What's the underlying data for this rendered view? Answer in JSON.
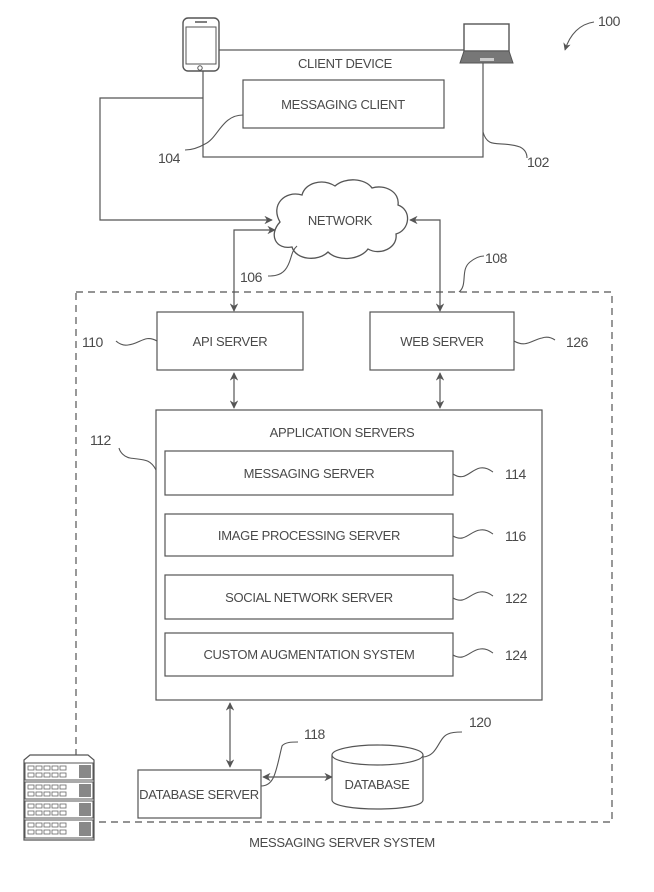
{
  "figure": {
    "ref": "100",
    "client_device": {
      "label": "CLIENT DEVICE",
      "ref": "102"
    },
    "messaging_client": {
      "label": "MESSAGING CLIENT",
      "ref": "104"
    },
    "network": {
      "label": "NETWORK",
      "ref": "106"
    },
    "messaging_server_system": {
      "label": "MESSAGING SERVER SYSTEM",
      "ref": "108"
    },
    "api_server": {
      "label": "API SERVER",
      "ref": "110"
    },
    "web_server": {
      "label": "WEB SERVER",
      "ref": "126"
    },
    "application_servers": {
      "label": "APPLICATION SERVERS",
      "ref": "112",
      "items": [
        {
          "label": "MESSAGING SERVER",
          "ref": "114"
        },
        {
          "label": "IMAGE PROCESSING SERVER",
          "ref": "116"
        },
        {
          "label": "SOCIAL NETWORK SERVER",
          "ref": "122"
        },
        {
          "label": "CUSTOM AUGMENTATION SYSTEM",
          "ref": "124"
        }
      ]
    },
    "database_server": {
      "label": "DATABASE SERVER",
      "ref": "118"
    },
    "database": {
      "label": "DATABASE",
      "ref": "120"
    }
  }
}
